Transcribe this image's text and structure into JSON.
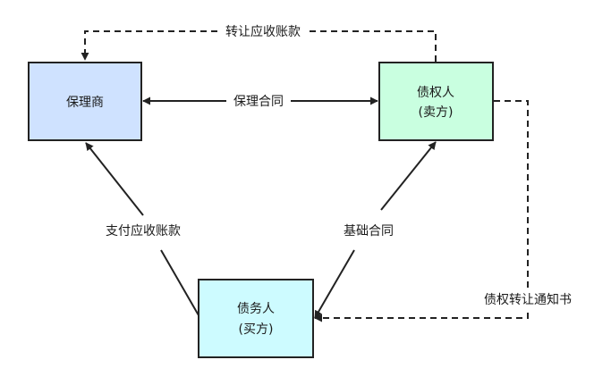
{
  "nodes": {
    "factor": {
      "label": "保理商",
      "fill": "#cfe2ff"
    },
    "creditor": {
      "line1": "债权人",
      "line2": "(卖方)",
      "fill": "#c9ffe0"
    },
    "debtor": {
      "line1": "债务人",
      "line2": "(买方)",
      "fill": "#cdfbff"
    }
  },
  "edges": {
    "factoring_contract": "保理合同",
    "receivable_transfer": "转让应收账款",
    "basic_contract": "基础合同",
    "pay_receivable": "支付应收账款",
    "transfer_notice": "债权转让通知书"
  },
  "colors": {
    "stroke": "#222222",
    "edge": "#222222"
  }
}
